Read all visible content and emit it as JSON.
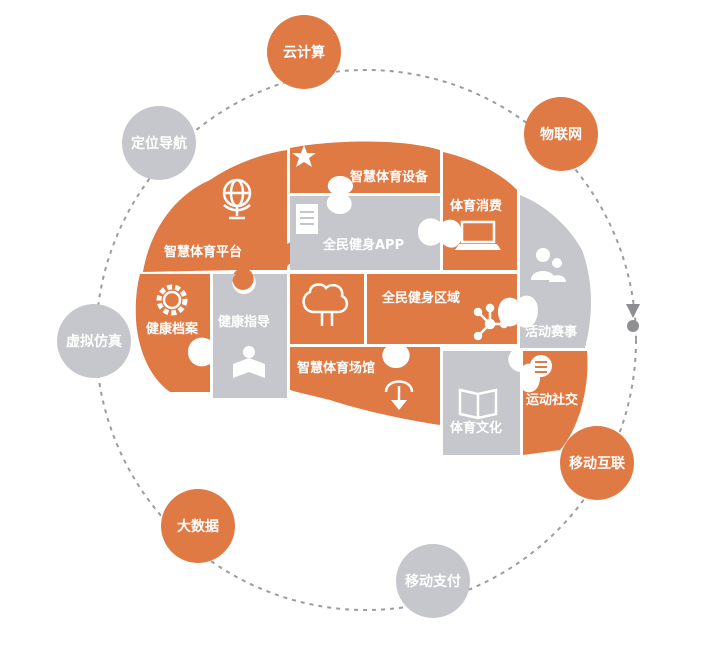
{
  "ring": {
    "nodes": [
      {
        "label": "云计算",
        "color": "#e07a44"
      },
      {
        "label": "物联网",
        "color": "#e07a44"
      },
      {
        "label": "移动互联",
        "color": "#e07a44"
      },
      {
        "label": "移动支付",
        "color": "#c6c7cc"
      },
      {
        "label": "大数据",
        "color": "#e07a44"
      },
      {
        "label": "虚拟仿真",
        "color": "#c6c7cc"
      },
      {
        "label": "定位导航",
        "color": "#c6c7cc"
      }
    ],
    "line_color": "#9b9ba0"
  },
  "brain": {
    "pieces": [
      {
        "label": "智慧体育平台",
        "icon": "globe-icon",
        "color": "#e07a44"
      },
      {
        "label": "智慧体育设备",
        "icon": "star-badge-icon",
        "color": "#e07a44"
      },
      {
        "label": "全民健身APP",
        "icon": "document-icon",
        "color": "#c6c7cc"
      },
      {
        "label": "体育消费",
        "icon": "laptop-icon",
        "color": "#e07a44"
      },
      {
        "label": "活动赛事",
        "icon": "people-icon",
        "color": "#c6c7cc"
      },
      {
        "label": "健康档案",
        "icon": "gear-icon",
        "color": "#e07a44"
      },
      {
        "label": "健康指导",
        "icon": "reader-icon",
        "color": "#c6c7cc"
      },
      {
        "label": "全民健身区域",
        "icon": "network-icon",
        "color": "#e07a44"
      },
      {
        "label": "智慧体育场馆",
        "icon": "download-icon",
        "color": "#e07a44"
      },
      {
        "label": "体育文化",
        "icon": "book-icon",
        "color": "#c6c7cc"
      },
      {
        "label": "运动社交",
        "icon": "chat-icon",
        "color": "#e07a44"
      }
    ],
    "center_icon": "brain-icon",
    "orange": "#e07a44",
    "gray": "#c6c7cc"
  }
}
